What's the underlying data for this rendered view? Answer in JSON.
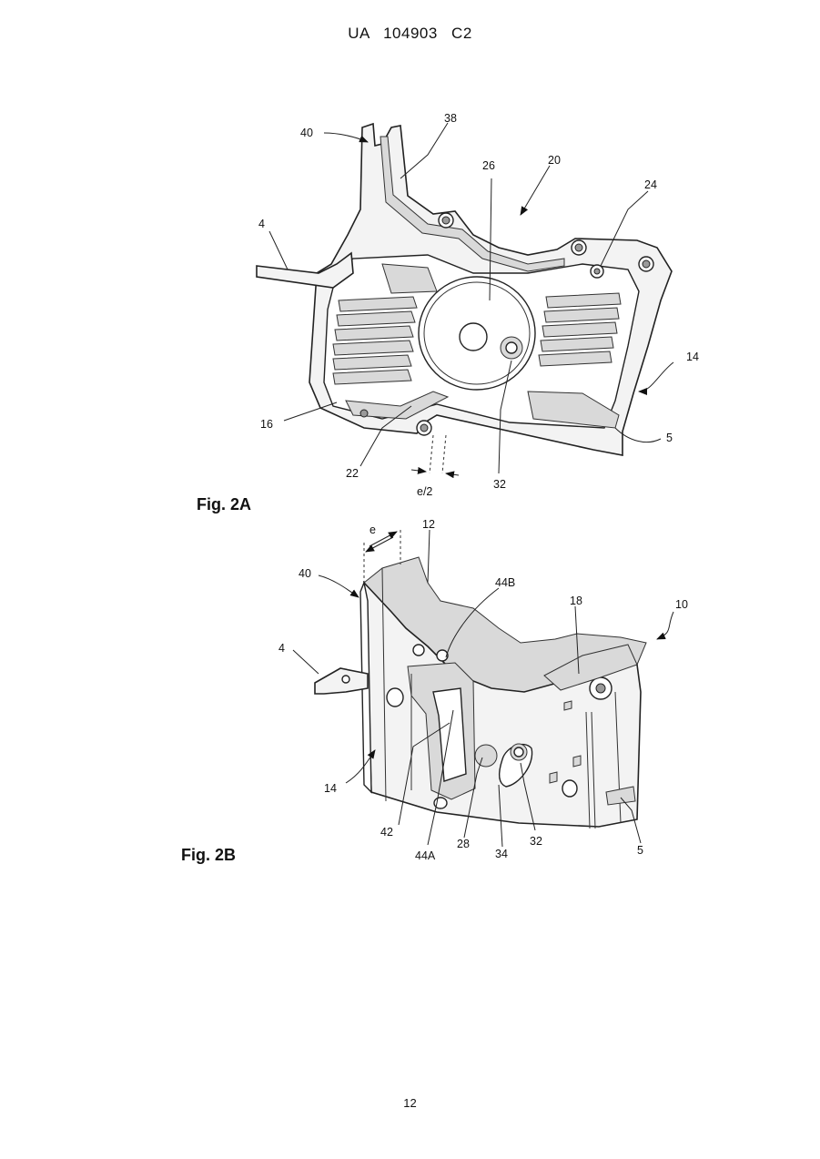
{
  "header": {
    "text": "UA  104903  C2"
  },
  "page_number": "12",
  "figures": [
    {
      "caption": "Fig. 2A",
      "labels": [
        "40",
        "38",
        "26",
        "20",
        "24",
        "4",
        "14",
        "16",
        "5",
        "22",
        "e/2",
        "32"
      ]
    },
    {
      "caption": "Fig. 2B",
      "labels": [
        "e",
        "12",
        "40",
        "44B",
        "18",
        "10",
        "4",
        "14",
        "42",
        "44A",
        "28",
        "34",
        "32",
        "5"
      ]
    }
  ]
}
